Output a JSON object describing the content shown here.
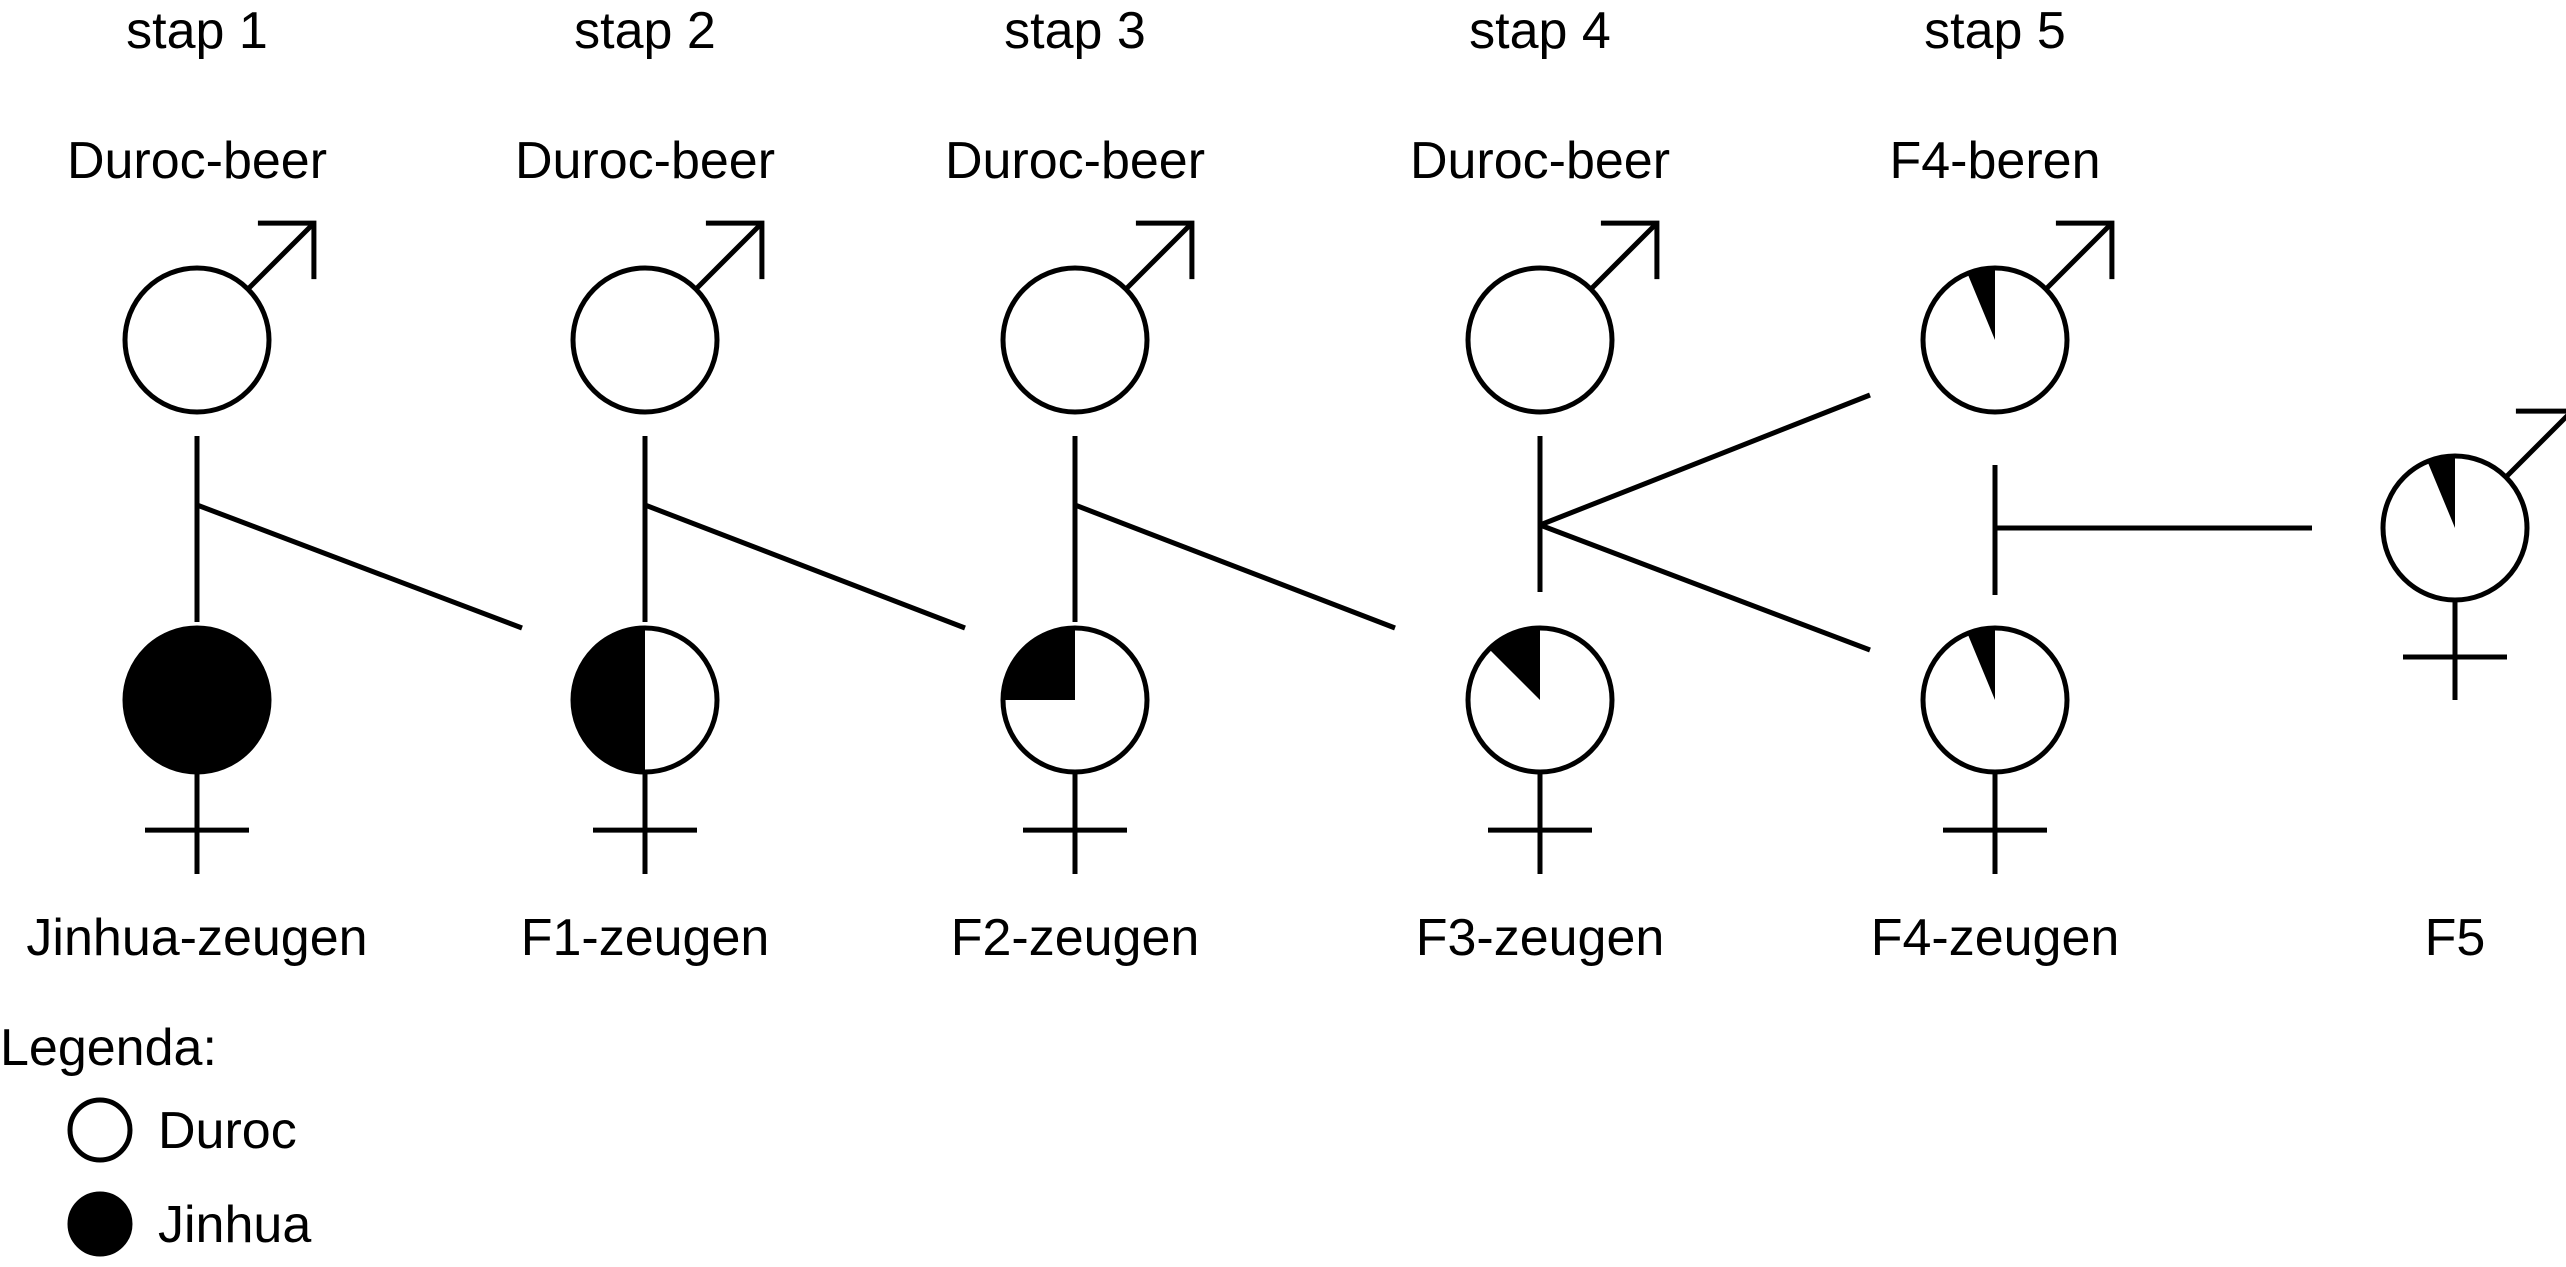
{
  "steps": [
    {
      "label": "stap 1",
      "male_label": "Duroc-beer",
      "female_label": "Jinhua-zeugen",
      "male_jinhua_fraction": 0,
      "female_jinhua_fraction": 1
    },
    {
      "label": "stap 2",
      "male_label": "Duroc-beer",
      "female_label": "F1-zeugen",
      "male_jinhua_fraction": 0,
      "female_jinhua_fraction": 0.5
    },
    {
      "label": "stap 3",
      "male_label": "Duroc-beer",
      "female_label": "F2-zeugen",
      "male_jinhua_fraction": 0,
      "female_jinhua_fraction": 0.25
    },
    {
      "label": "stap 4",
      "male_label": "Duroc-beer",
      "female_label": "F3-zeugen",
      "male_jinhua_fraction": 0,
      "female_jinhua_fraction": 0.125
    },
    {
      "label": "stap 5",
      "male_label": "F4-beren",
      "female_label": "F4-zeugen",
      "male_jinhua_fraction": 0.0625,
      "female_jinhua_fraction": 0.0625
    }
  ],
  "offspring": {
    "label": "F5",
    "jinhua_fraction": 0.0625
  },
  "legend": {
    "title": "Legenda:",
    "items": [
      {
        "label": "Duroc",
        "color": "#ffffff"
      },
      {
        "label": "Jinhua",
        "color": "#000000"
      }
    ]
  },
  "colors": {
    "jinhua": "#000000",
    "duroc": "#ffffff",
    "stroke": "#000000"
  }
}
